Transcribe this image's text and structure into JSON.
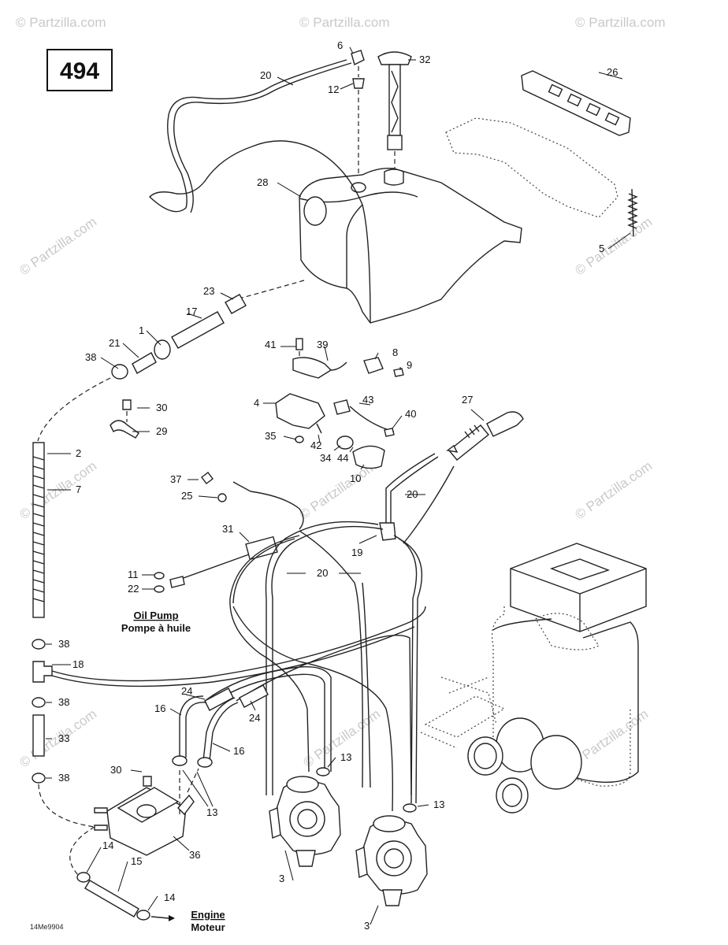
{
  "diagram_number": "494",
  "drawing_code": "14Me9904",
  "watermark": "© Partzilla.com",
  "callouts": [
    "1",
    "2",
    "3",
    "4",
    "5",
    "6",
    "7",
    "8",
    "9",
    "10",
    "11",
    "12",
    "13",
    "14",
    "15",
    "16",
    "17",
    "18",
    "19",
    "20",
    "21",
    "22",
    "23",
    "24",
    "25",
    "26",
    "27",
    "28",
    "29",
    "30",
    "31",
    "32",
    "33",
    "34",
    "35",
    "36",
    "37",
    "38",
    "39",
    "40",
    "41",
    "42",
    "43",
    "44"
  ],
  "labels": {
    "oil_pump_en": "Oil Pump",
    "oil_pump_fr": "Pompe à huile",
    "engine_en": "Engine",
    "engine_fr": "Moteur"
  },
  "icons": [
    "oil-tank",
    "fuel-pump",
    "carburetor",
    "air-silencer",
    "hose",
    "clamp"
  ]
}
